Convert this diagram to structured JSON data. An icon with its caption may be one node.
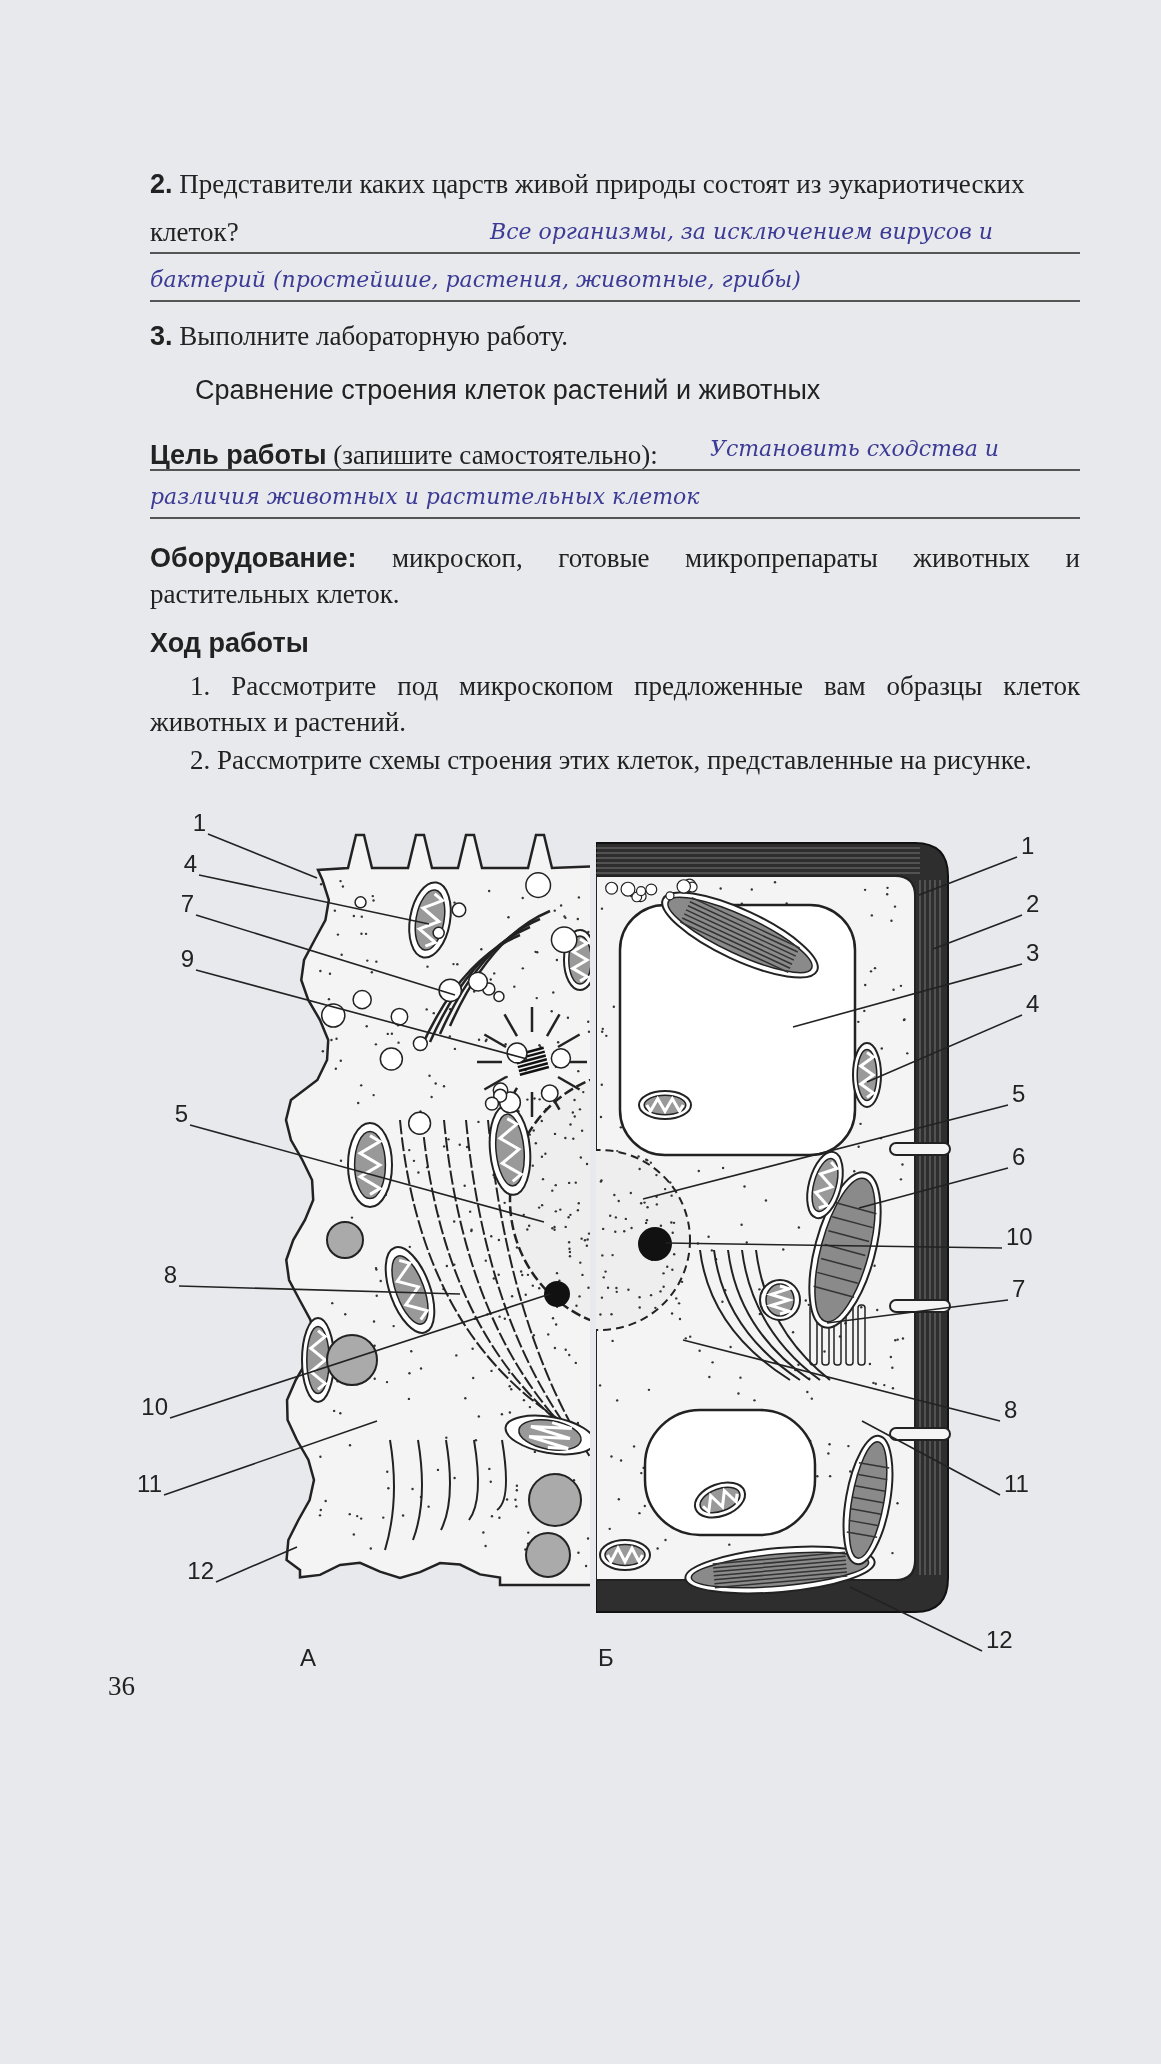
{
  "diagram": {
    "nodes": [
      {
        "text": [],
        "shape": "picture",
        "beside": [
          "А"
        ]
      },
      {
        "text": [],
        "shape": "picture",
        "beside": [
          "Б"
        ]
      },
      {
        "text": [
          "1"
        ]
      },
      {
        "text": [
          "4"
        ]
      },
      {
        "text": [
          "7"
        ]
      },
      {
        "text": [
          "9"
        ]
      },
      {
        "text": [
          "5"
        ]
      },
      {
        "text": [
          "8"
        ]
      },
      {
        "text": [
          "10"
        ]
      },
      {
        "text": [
          "11"
        ]
      },
      {
        "text": [
          "12"
        ]
      },
      {
        "text": [
          "1"
        ]
      },
      {
        "text": [
          "2"
        ]
      },
      {
        "text": [
          "3"
        ]
      },
      {
        "text": [
          "4"
        ]
      },
      {
        "text": [
          "5"
        ]
      },
      {
        "text": [
          "6"
        ]
      },
      {
        "text": [
          "10"
        ]
      },
      {
        "text": [
          "7"
        ]
      },
      {
        "text": [
          "8"
        ]
      },
      {
        "text": [
          "11"
        ]
      },
      {
        "text": [
          "12"
        ]
      }
    ],
    "edges": [
      {
        "from": 2,
        "to": 0,
        "arrow": "none"
      },
      {
        "from": 3,
        "to": 0,
        "arrow": "none"
      },
      {
        "from": 4,
        "to": 0,
        "arrow": "none"
      },
      {
        "from": 5,
        "to": 0,
        "arrow": "none"
      },
      {
        "from": 6,
        "to": 0,
        "arrow": "none"
      },
      {
        "from": 7,
        "to": 0,
        "arrow": "none"
      },
      {
        "from": 8,
        "to": 0,
        "arrow": "none"
      },
      {
        "from": 9,
        "to": 0,
        "arrow": "none"
      },
      {
        "from": 10,
        "to": 0,
        "arrow": "none"
      },
      {
        "from": 11,
        "to": 1,
        "arrow": "none"
      },
      {
        "from": 12,
        "to": 1,
        "arrow": "none"
      },
      {
        "from": 13,
        "to": 1,
        "arrow": "none"
      },
      {
        "from": 14,
        "to": 1,
        "arrow": "none"
      },
      {
        "from": 15,
        "to": 1,
        "arrow": "none"
      },
      {
        "from": 16,
        "to": 1,
        "arrow": "none"
      },
      {
        "from": 17,
        "to": 1,
        "arrow": "none"
      },
      {
        "from": 18,
        "to": 1,
        "arrow": "none"
      },
      {
        "from": 19,
        "to": 1,
        "arrow": "none"
      },
      {
        "from": 20,
        "to": 1,
        "arrow": "none"
      },
      {
        "from": 21,
        "to": 1,
        "arrow": "none"
      }
    ],
    "labels": [
      "**2.** Представители каких царств живой природы состоят из эукариотических клеток?",
      "Все организмы, за исключением вирусов и бактерий (простейшие, растения, животные, грибы)",
      "**3.** Выполните лабораторную работу.",
      "Сравнение строения клеток растений и животных",
      "**Цель работы** (запишите самостоятельно):",
      "Установить сходства и различия животных и растительных клеток",
      "**Оборудование:** микроскоп, готовые микропрепараты животных и растительных клеток.",
      "Ход работы",
      "1. Рассмотрите под микроскопом предложенные вам образцы клеток животных и растений.",
      "2. Рассмотрите схемы строения этих клеток, представленные на рисунке.",
      "36"
    ]
  }
}
